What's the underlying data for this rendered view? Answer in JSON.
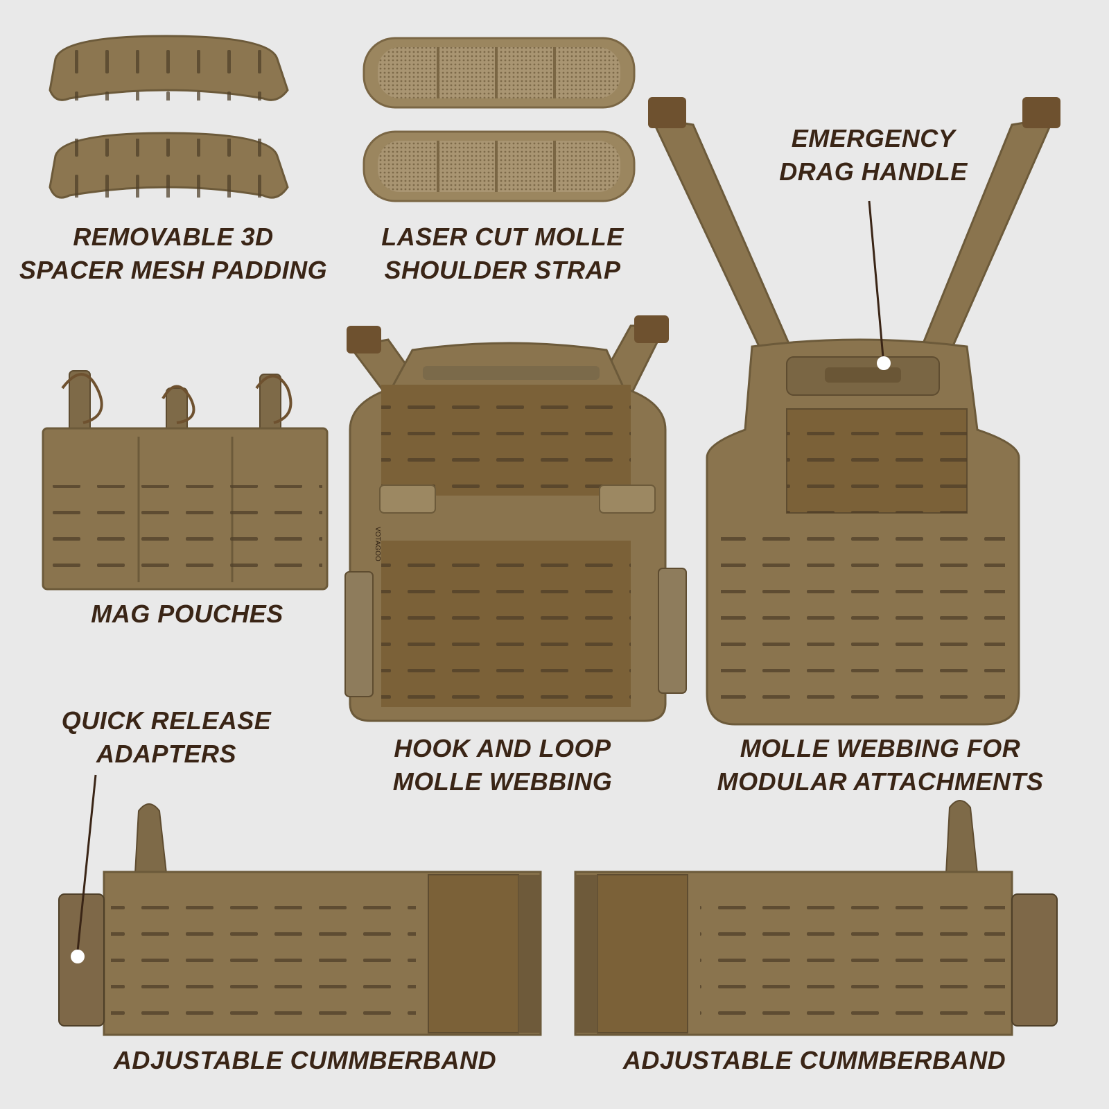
{
  "colors": {
    "background": "#e9e9e9",
    "label_text": "#3a2516",
    "fabric": "#8a744e",
    "fabric_dark": "#6f5c3b",
    "fabric_light": "#a08a62",
    "hook_loop": "#7d6238"
  },
  "labels": {
    "padding": {
      "line1": "REMOVABLE 3D",
      "line2": "SPACER MESH PADDING"
    },
    "shoulder": {
      "line1": "LASER CUT MOLLE",
      "line2": "SHOULDER STRAP"
    },
    "drag": {
      "line1": "EMERGENCY",
      "line2": "DRAG HANDLE"
    },
    "mag": {
      "line1": "MAG POUCHES"
    },
    "quick": {
      "line1": "QUICK RELEASE",
      "line2": "ADAPTERS"
    },
    "hook": {
      "line1": "HOOK AND LOOP",
      "line2": "MOLLE WEBBING"
    },
    "molle": {
      "line1": "MOLLE WEBBING FOR",
      "line2": "MODULAR ATTACHMENTS"
    },
    "cummer_left": {
      "line1": "ADJUSTABLE CUMMBERBAND"
    },
    "cummer_right": {
      "line1": "ADJUSTABLE CUMMBERBAND"
    }
  },
  "front_plate_brand": "VOTAGOO"
}
